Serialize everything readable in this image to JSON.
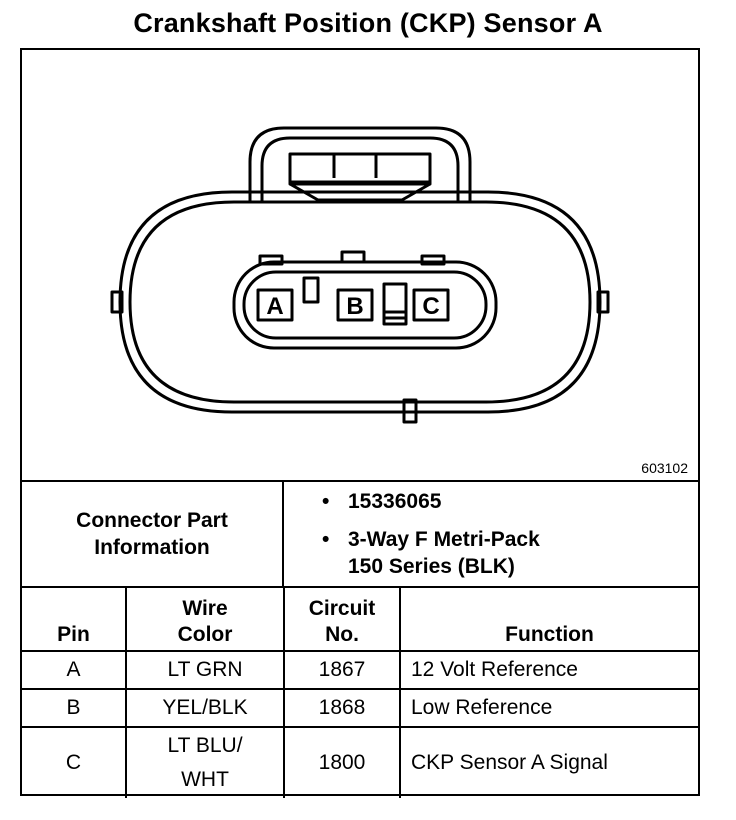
{
  "title": "Crankshaft Position (CKP) Sensor A",
  "figure_number": "603102",
  "connector": {
    "pins": [
      "A",
      "B",
      "C"
    ]
  },
  "part_info": {
    "label_line1": "Connector Part",
    "label_line2": "Information",
    "part_number": "15336065",
    "description_line1": "3-Way F Metri-Pack",
    "description_line2": "150 Series (BLK)",
    "bullet": "•"
  },
  "table": {
    "headers": {
      "pin": "Pin",
      "wire_color_line1": "Wire",
      "wire_color_line2": "Color",
      "circuit_line1": "Circuit",
      "circuit_line2": "No.",
      "function": "Function"
    },
    "rows": [
      {
        "pin": "A",
        "wire_line1": "LT GRN",
        "wire_line2": "",
        "circuit": "1867",
        "function": "12 Volt Reference"
      },
      {
        "pin": "B",
        "wire_line1": "YEL/BLK",
        "wire_line2": "",
        "circuit": "1868",
        "function": "Low Reference"
      },
      {
        "pin": "C",
        "wire_line1": "LT BLU/",
        "wire_line2": "WHT",
        "circuit": "1800",
        "function": "CKP Sensor A Signal"
      }
    ]
  }
}
